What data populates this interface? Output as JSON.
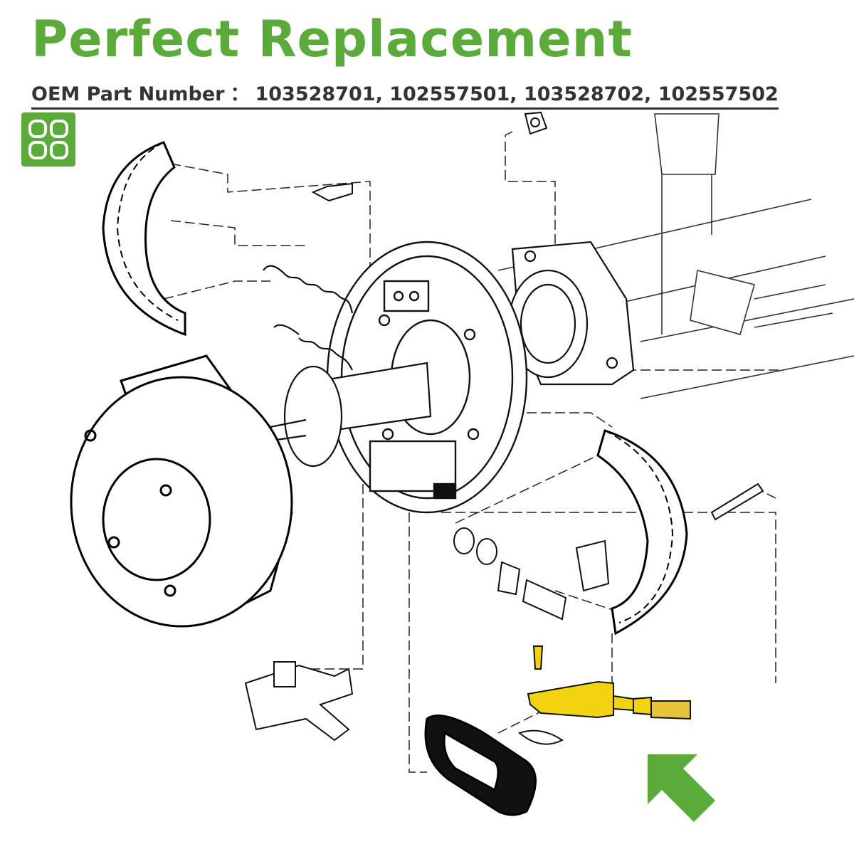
{
  "header": {
    "title": "Perfect Replacement",
    "oem_label": "OEM Part Number",
    "oem_separator": "：",
    "oem_numbers": "103528701, 102557501, 103528702, 102557502"
  },
  "colors": {
    "brand_green": "#5aab3a",
    "highlight_yellow": "#f2d30f",
    "line": "#111111"
  },
  "icons": {
    "badge": "grid-icon",
    "pointer": "arrow-icon"
  }
}
